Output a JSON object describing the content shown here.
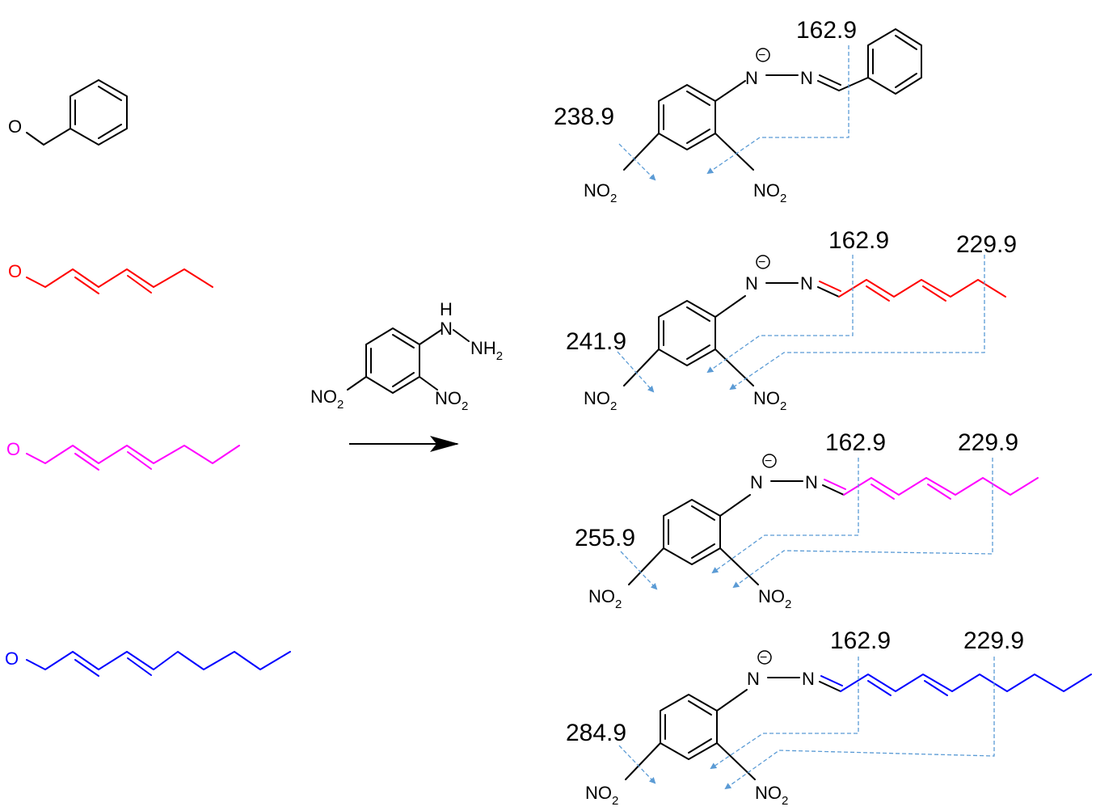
{
  "colors": {
    "black": "#000000",
    "red": "#ff0000",
    "magenta": "#ff00ff",
    "blue": "#0000ff",
    "fragment_arrow": "#5b9bd5"
  },
  "atoms": {
    "oxygen": "O",
    "nitrogen": "N",
    "hydrogen": "H",
    "no2_main": "NO",
    "no2_sub": "2",
    "nh2_main": "NH",
    "nh2_sub": "2",
    "charge": "−"
  },
  "products": [
    {
      "label_left": "238.9",
      "label_top": "162.9",
      "label_top2": ""
    },
    {
      "label_left": "241.9",
      "label_top": "162.9",
      "label_top2": "229.9"
    },
    {
      "label_left": "255.9",
      "label_top": "162.9",
      "label_top2": "229.9"
    },
    {
      "label_left": "284.9",
      "label_top": "162.9",
      "label_top2": "229.9"
    }
  ]
}
